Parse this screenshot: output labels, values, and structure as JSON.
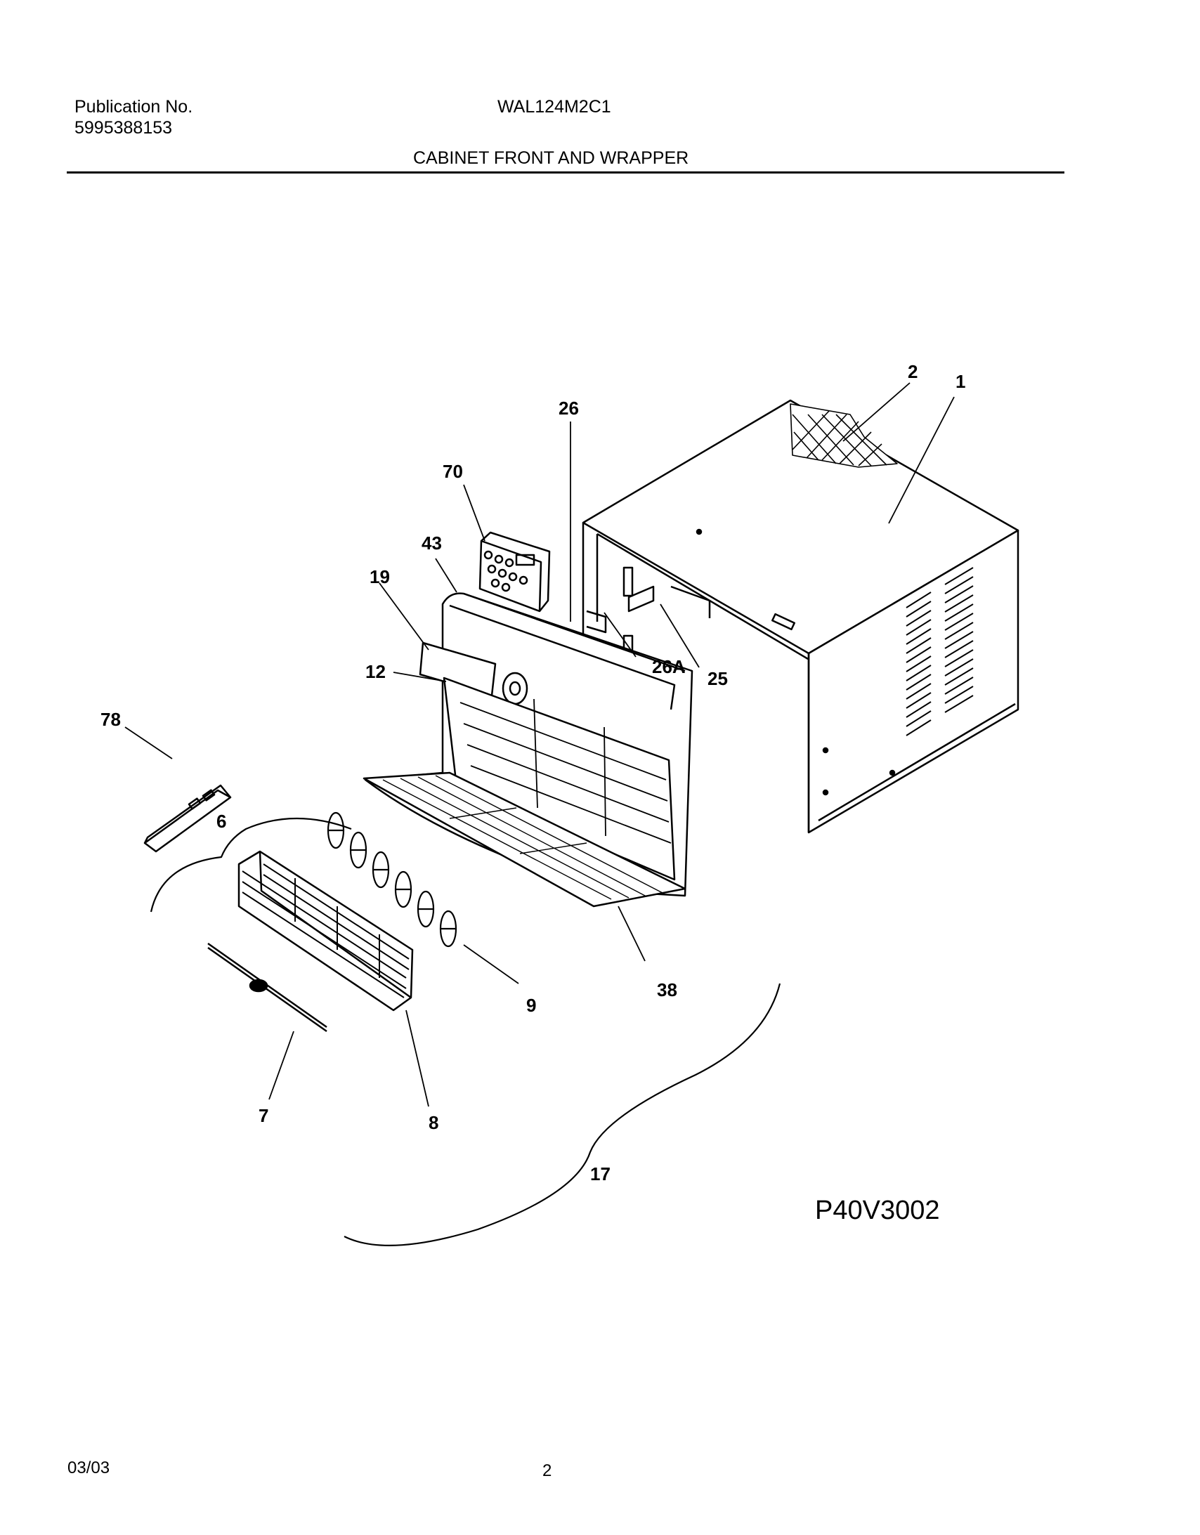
{
  "header": {
    "publication_label": "Publication No.",
    "publication_number": "5995388153",
    "model": "WAL124M2C1",
    "section_title": "CABINET FRONT AND WRAPPER"
  },
  "diagram": {
    "figure_code": "P40V3002",
    "callouts": [
      "1",
      "2",
      "6",
      "7",
      "8",
      "9",
      "12",
      "17",
      "19",
      "25",
      "26",
      "26A",
      "38",
      "43",
      "70",
      "78"
    ]
  },
  "footer": {
    "date": "03/03",
    "page": "2"
  }
}
